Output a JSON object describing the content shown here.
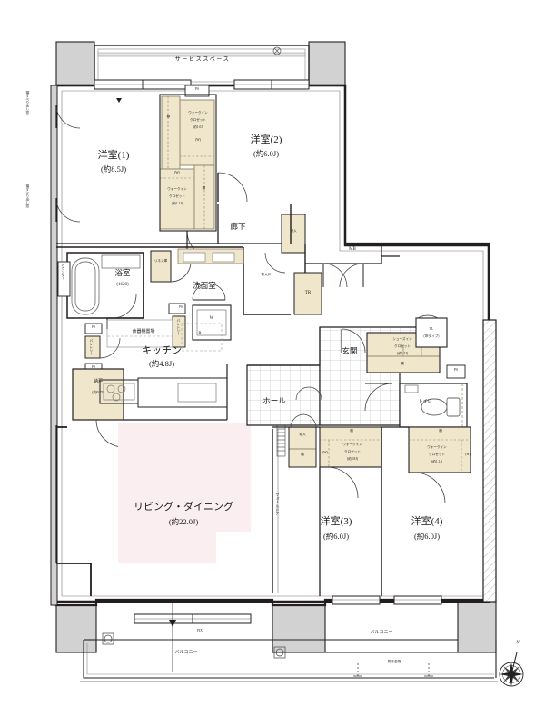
{
  "document": {
    "type": "floor-plan",
    "title": "間取図",
    "compass": {
      "label": "N"
    }
  },
  "colors": {
    "wall": "#231f20",
    "structure_fill": "#d4d4d4",
    "closet_fill": "#efe6cc",
    "closet_stroke": "#8d8467",
    "living_fill": "#fbeef0",
    "line": "#555555",
    "thin": "#999999",
    "paper": "#ffffff"
  },
  "rooms": [
    {
      "id": "service-space",
      "name": "サービススペース",
      "area": ""
    },
    {
      "id": "bedroom-1",
      "name": "洋室(1)",
      "area": "(約8.5J)"
    },
    {
      "id": "bedroom-2",
      "name": "洋室(2)",
      "area": "(約6.0J)"
    },
    {
      "id": "bedroom-3",
      "name": "洋室(3)",
      "area": "(約6.0J)"
    },
    {
      "id": "bedroom-4",
      "name": "洋室(4)",
      "area": "(約6.0J)"
    },
    {
      "id": "living-dining",
      "name": "リビング・ダイニング",
      "area": "(約22.0J)"
    },
    {
      "id": "kitchen",
      "name": "キッチン",
      "area": "(約4.8J)"
    },
    {
      "id": "bathroom",
      "name": "浴室",
      "area": "(1620)"
    },
    {
      "id": "washroom",
      "name": "洗面室",
      "area": ""
    },
    {
      "id": "corridor",
      "name": "廊下",
      "area": ""
    },
    {
      "id": "hall",
      "name": "ホール",
      "area": ""
    },
    {
      "id": "entrance",
      "name": "玄関",
      "area": ""
    },
    {
      "id": "toilet",
      "name": "トイレ",
      "area": ""
    },
    {
      "id": "storage-nando",
      "name": "納戸",
      "area": "(約0.7J)"
    }
  ],
  "closets": [
    {
      "id": "wic-top-a",
      "name": "ウォークイン\nクロゼット",
      "area": "(約1.0J)"
    },
    {
      "id": "wic-top-b",
      "name": "ウォークイン\nクロゼット",
      "area": "(約1.1J)"
    },
    {
      "id": "wic-bed3",
      "name": "ウォークイン\nクロゼット",
      "area": "(約0.8J)"
    },
    {
      "id": "wic-bed4",
      "name": "ウォークイン\nクロゼット",
      "area": "(約1.1J)"
    },
    {
      "id": "shoes-in-closet",
      "name": "シューズイン\nクロゼット",
      "area": "(約1.2J)"
    }
  ],
  "annotations": {
    "shelf": "棚",
    "hanger": "(W)",
    "monoire": "物入",
    "ps": "PS",
    "mb": "MB",
    "tr": "TR",
    "tl": "TL",
    "tl_sub": "(IHタイプ)",
    "washer": "W",
    "refrigerator": "R",
    "pantry": "パントリー",
    "linen": "リネン庫",
    "counter": "カウンター",
    "cupboard_space": "食器棚置場",
    "fire_door": "防火戸",
    "wall_door": "ウォールドア",
    "balcony": "バルコニー",
    "drying_rack": "物干金物",
    "fix_window": "FIX",
    "casement_window": "竆すべり出し窓"
  },
  "labels": {
    "service_space": "サービススペース",
    "bedroom1_name": "洋室(1)",
    "bedroom1_area": "(約8.5J)",
    "bedroom2_name": "洋室(2)",
    "bedroom2_area": "(約6.0J)",
    "bedroom3_name": "洋室(3)",
    "bedroom3_area": "(約6.0J)",
    "bedroom4_name": "洋室(4)",
    "bedroom4_area": "(約6.0J)",
    "living_name": "リビング・ダイニング",
    "living_area": "(約22.0J)",
    "kitchen_name": "キッチン",
    "kitchen_area": "(約4.8J)",
    "bath_name": "浴室",
    "bath_area": "(1620)",
    "washroom_name": "洗面室",
    "corridor_name": "廊下",
    "hall_name": "ホール",
    "entrance_name": "玄関",
    "toilet_name": "トイレ",
    "nando_name": "納戸",
    "nando_area": "(約0.7J)",
    "wic_a_l1": "ウォークイン",
    "wic_a_l2": "クロゼット",
    "wic_a_area": "(約1.0J)",
    "wic_b_area": "(約1.1J)",
    "wic_c_area": "(約0.8J)",
    "wic_d_area": "(約1.1J)",
    "sic_l1": "シューズイン",
    "sic_l2": "クロゼット",
    "sic_area": "(約1.2J)",
    "balcony_left": "バルコニー",
    "balcony_right": "バルコニー",
    "drying": "物干金物",
    "fix": "FIX",
    "compass_n": "N"
  }
}
